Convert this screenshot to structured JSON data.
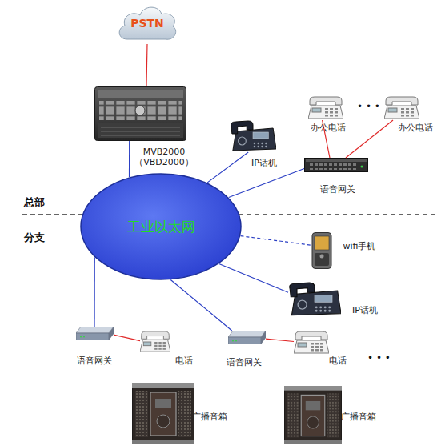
{
  "diagram": {
    "nodes": [
      {
        "text": [
          "PSTN"
        ]
      },
      {
        "text": [
          "MVB2000 （VBD2000）"
        ]
      },
      {
        "text": [
          "办公电话"
        ]
      },
      {
        "text": [
          "办公电话"
        ]
      },
      {
        "text": [
          "IP话机"
        ]
      },
      {
        "text": [
          "语音网关"
        ]
      },
      {
        "text": [
          "工业以太网"
        ]
      },
      {
        "text": [
          "wifi手机"
        ]
      },
      {
        "text": [
          "IP话机"
        ]
      },
      {
        "text": [
          "语音网关"
        ]
      },
      {
        "text": [
          "电话"
        ]
      },
      {
        "text": [
          "语音网关"
        ]
      },
      {
        "text": [
          "电话"
        ]
      },
      {
        "text": [
          "广播音箱"
        ]
      },
      {
        "text": [
          "广播音箱"
        ]
      }
    ],
    "edges": [
      {
        "from": 0,
        "to": 1,
        "arrow": "none"
      },
      {
        "from": 1,
        "to": 6,
        "arrow": "none"
      },
      {
        "from": 4,
        "to": 6,
        "arrow": "none"
      },
      {
        "from": 5,
        "to": 6,
        "arrow": "none"
      },
      {
        "from": 5,
        "to": 2,
        "arrow": "none"
      },
      {
        "from": 5,
        "to": 3,
        "arrow": "none"
      },
      {
        "from": 6,
        "to": 7,
        "arrow": "none"
      },
      {
        "from": 6,
        "to": 8,
        "arrow": "none"
      },
      {
        "from": 6,
        "to": 9,
        "arrow": "none"
      },
      {
        "from": 6,
        "to": 11,
        "arrow": "none"
      },
      {
        "from": 9,
        "to": 10,
        "arrow": "none"
      },
      {
        "from": 11,
        "to": 12,
        "arrow": "none"
      }
    ],
    "labels": [
      "总部",
      "分支",
      "• • •",
      "• • •"
    ]
  }
}
